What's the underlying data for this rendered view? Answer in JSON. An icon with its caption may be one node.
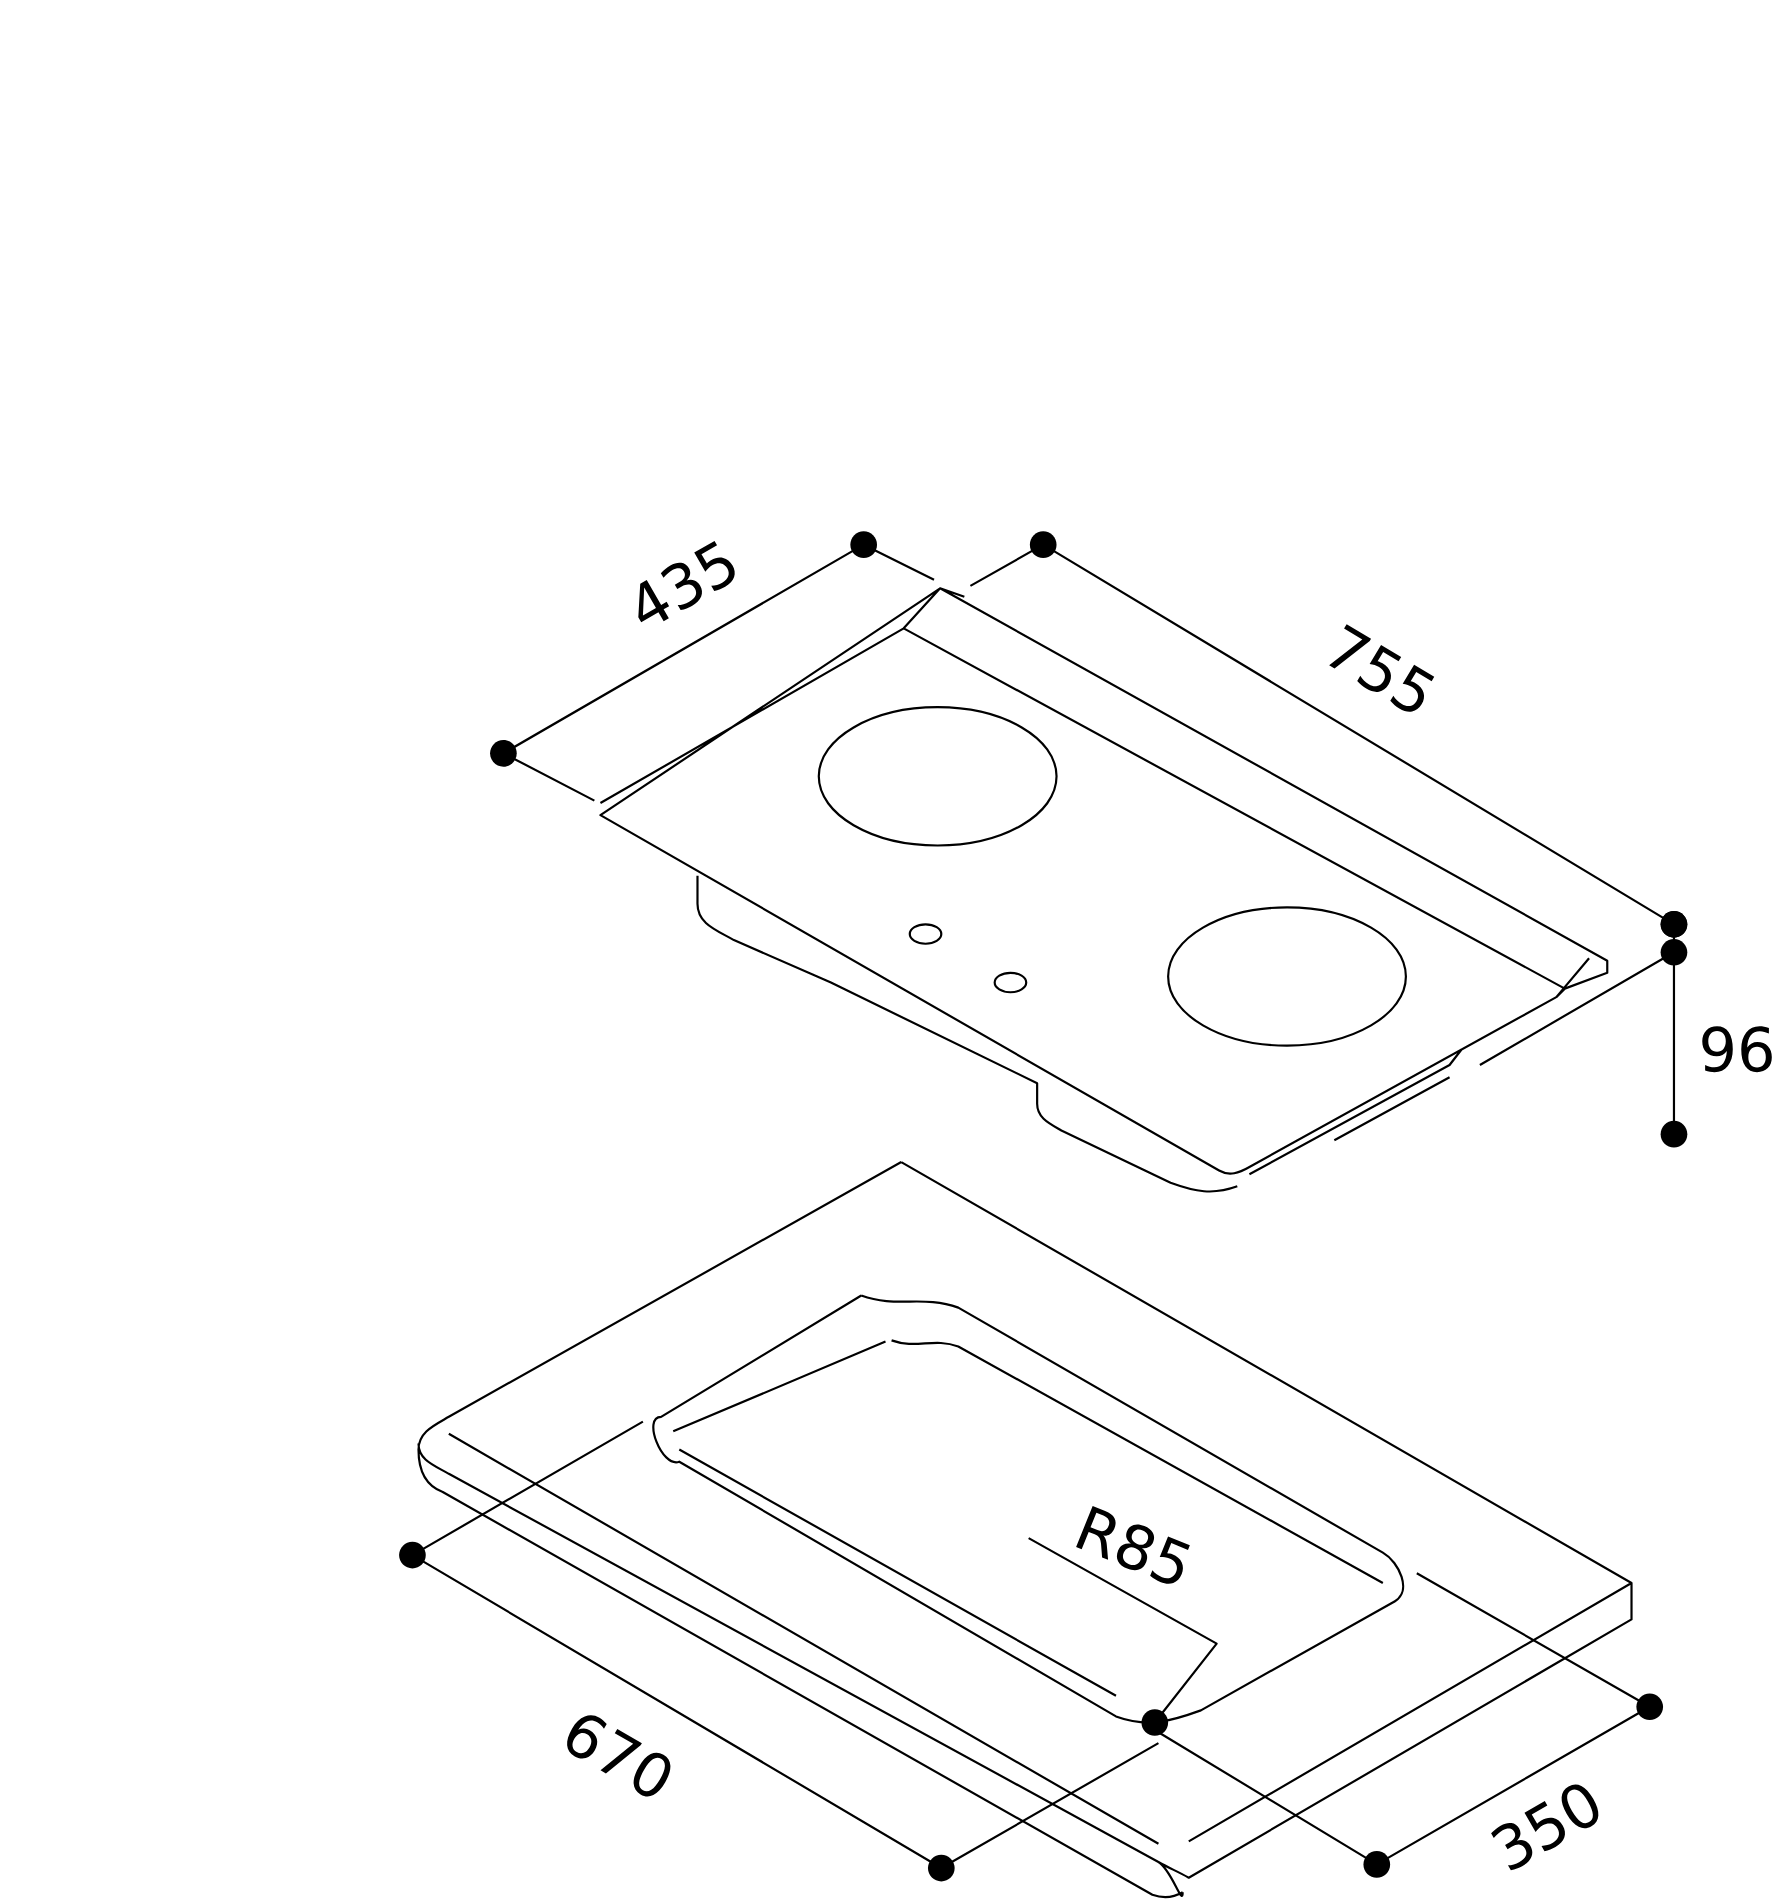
{
  "diagram": {
    "labels": [
      "435",
      "755",
      "96",
      "R85",
      "670",
      "350"
    ]
  }
}
